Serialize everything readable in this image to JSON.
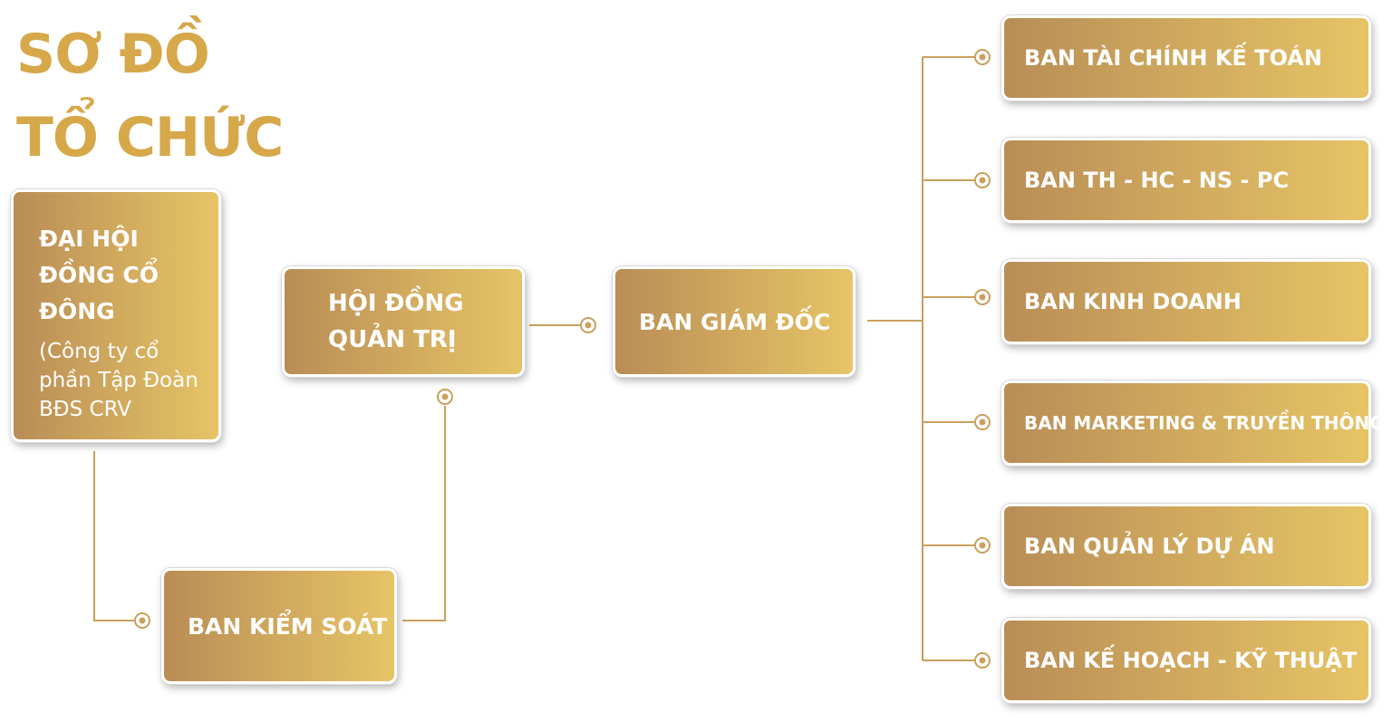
{
  "title": {
    "line1": "SƠ ĐỒ",
    "line2": "TỔ CHỨC"
  },
  "colors": {
    "accent": "#d6a84a",
    "line": "#c9a05c",
    "box_start": "#b98d56",
    "box_end": "#e6c466"
  },
  "nodes": {
    "dhdcd": {
      "label": "ĐẠI HỘI ĐỒNG CỔ ĐÔNG",
      "sub": "(Công ty cổ phần Tập Đoàn BĐS CRV"
    },
    "hdqt": {
      "label": "HỘI ĐỒNG QUẢN TRỊ"
    },
    "bks": {
      "label": "BAN KIỂM SOÁT"
    },
    "bgd": {
      "label": "BAN GIÁM ĐỐC"
    }
  },
  "departments": [
    {
      "label": "BAN TÀI CHÍNH KẾ TOÁN"
    },
    {
      "label": "BAN TH - HC - NS - PC"
    },
    {
      "label": "BAN KINH DOANH"
    },
    {
      "label": "BAN MARKETING & TRUYỀN THÔNG"
    },
    {
      "label": "BAN QUẢN LÝ DỰ ÁN"
    },
    {
      "label": "BAN KẾ HOẠCH - KỸ THUẬT"
    }
  ]
}
